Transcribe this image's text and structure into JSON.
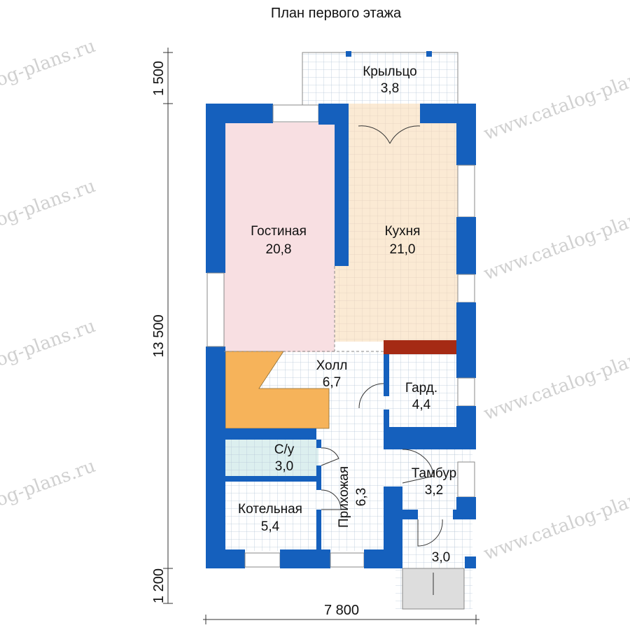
{
  "title": "План первого этажа",
  "watermark": "www.catalog-plans.ru",
  "dimensions": {
    "porch": "1 500",
    "main": "13 500",
    "bottom": "1 200",
    "width": "7 800"
  },
  "rooms": [
    {
      "name": "Крыльцо",
      "area": "3,8"
    },
    {
      "name": "Гостиная",
      "area": "20,8"
    },
    {
      "name": "Кухня",
      "area": "21,0"
    },
    {
      "name": "Холл",
      "area": "6,7"
    },
    {
      "name": "Гард.",
      "area": "4,4"
    },
    {
      "name": "С/у",
      "area": "3,0"
    },
    {
      "name": "Прихожая",
      "area": "6,3"
    },
    {
      "name": "Тамбур",
      "area": "3,2"
    },
    {
      "name": "Котельная",
      "area": "5,4"
    },
    {
      "name": "",
      "area": "3,0"
    }
  ],
  "colors": {
    "wall": "#1560bd",
    "living": "#f8dfe2",
    "kitchen": "#fbead4",
    "stairs": "#f6b35a",
    "bath": "#dcefef",
    "stove": "#a52a14"
  }
}
